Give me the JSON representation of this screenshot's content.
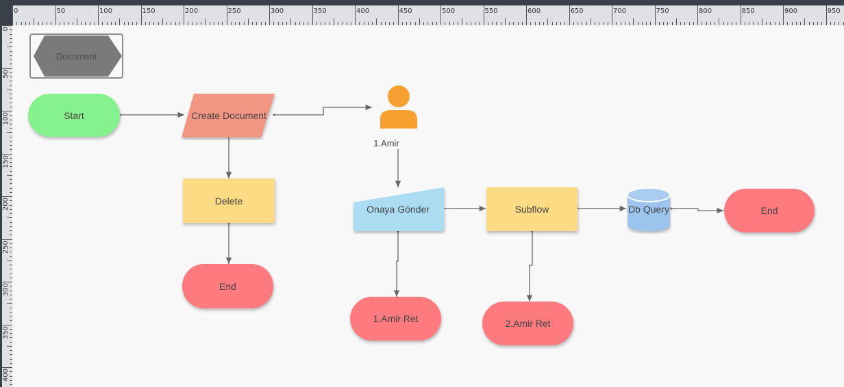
{
  "ruler": {
    "top_labels": [
      "0",
      "50",
      "100",
      "150",
      "200",
      "250",
      "300",
      "350",
      "400",
      "450",
      "500",
      "550",
      "600",
      "650",
      "700",
      "750",
      "800",
      "850",
      "900",
      "950"
    ],
    "left_labels": [
      "0",
      "50",
      "100",
      "150",
      "200",
      "250",
      "300",
      "350",
      "400"
    ]
  },
  "palette": {
    "document_label": "Document"
  },
  "nodes": {
    "start": "Start",
    "create_document": "Create Document",
    "amir_label": "1.Amir",
    "delete": "Delete",
    "end_left": "End",
    "onaya_gonder": "Onaya Gönder",
    "subflow": "Subflow",
    "db_query": "Db Query",
    "end_right": "End",
    "amir_ret_1": "1.Amir Ret",
    "amir_ret_2": "2.Amir Ret"
  },
  "colors": {
    "start": "#86f28e",
    "end": "#fd7b7f",
    "create_document": "#f29683",
    "process": "#fbdb83",
    "manual_input": "#acdcf2",
    "database": "#9cc4ec",
    "actor": "#f6a032",
    "palette_document": "#7a7a7a"
  }
}
